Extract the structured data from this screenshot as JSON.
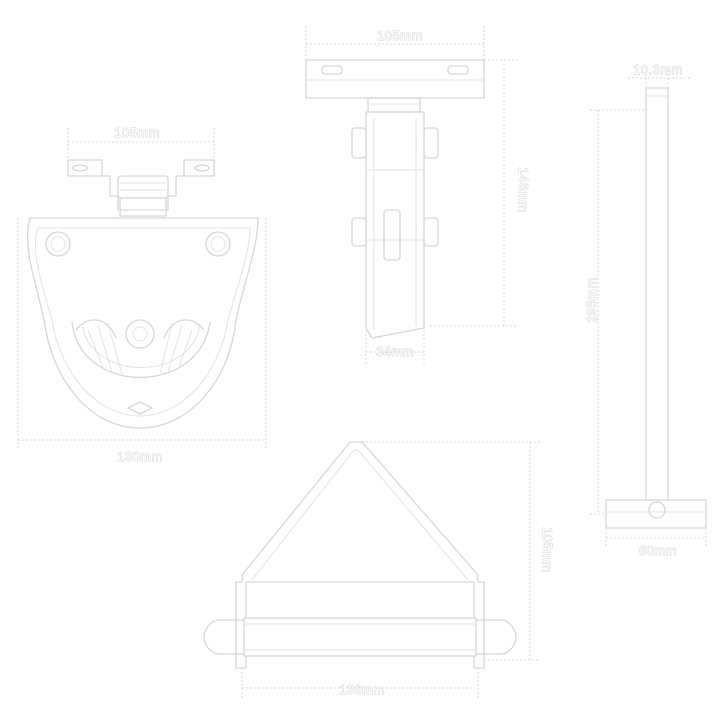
{
  "front_view": {
    "width_label": "130mm",
    "bracket_width_label": "105mm"
  },
  "side_view": {
    "top_width_label": "105mm",
    "height_label": "146mm",
    "bottom_width_label": "34mm"
  },
  "rod_view": {
    "diameter_label": "10.3mm",
    "length_label": "295mm",
    "base_width_label": "60mm"
  },
  "guard_view": {
    "height_label": "105mm",
    "width_label": "136mm"
  }
}
